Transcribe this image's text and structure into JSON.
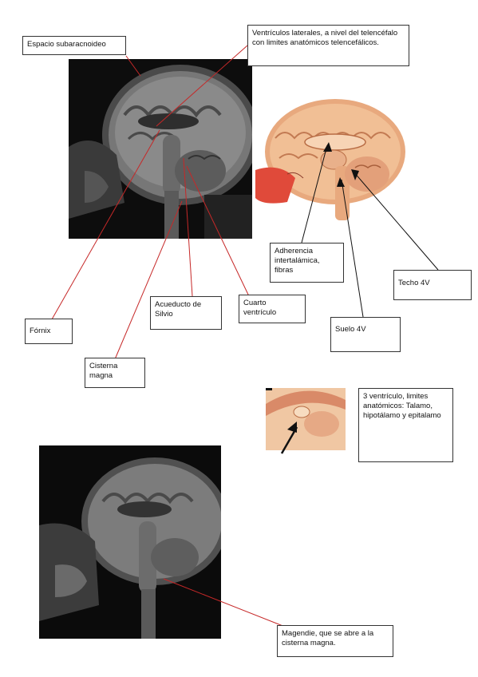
{
  "labels": {
    "espacio_subaracnoideo": "Espacio subaracnoideo",
    "ventriculos_laterales": "Ventrículos laterales, a nivel del telencéfalo con limites anatómicos telencefálicos.",
    "adherencia": "Adherencia intertalámica, fibras",
    "techo_4v": "Techo 4V",
    "suelo_4v": "Suelo 4V",
    "fornix": "Fórnix",
    "acueducto": "Acueducto de Silvio",
    "cuarto_ventriculo": "Cuarto ventrículo",
    "cisterna_magna": "Cisterna magna",
    "tercer_ventriculo": "3 ventrículo, limites anatómicos: Talamo, hipotálamo y epitalamo",
    "magendie": "Magendie, que se abre a la cisterna magna."
  },
  "colors": {
    "red_line": "#c62828",
    "black_line": "#111111"
  }
}
